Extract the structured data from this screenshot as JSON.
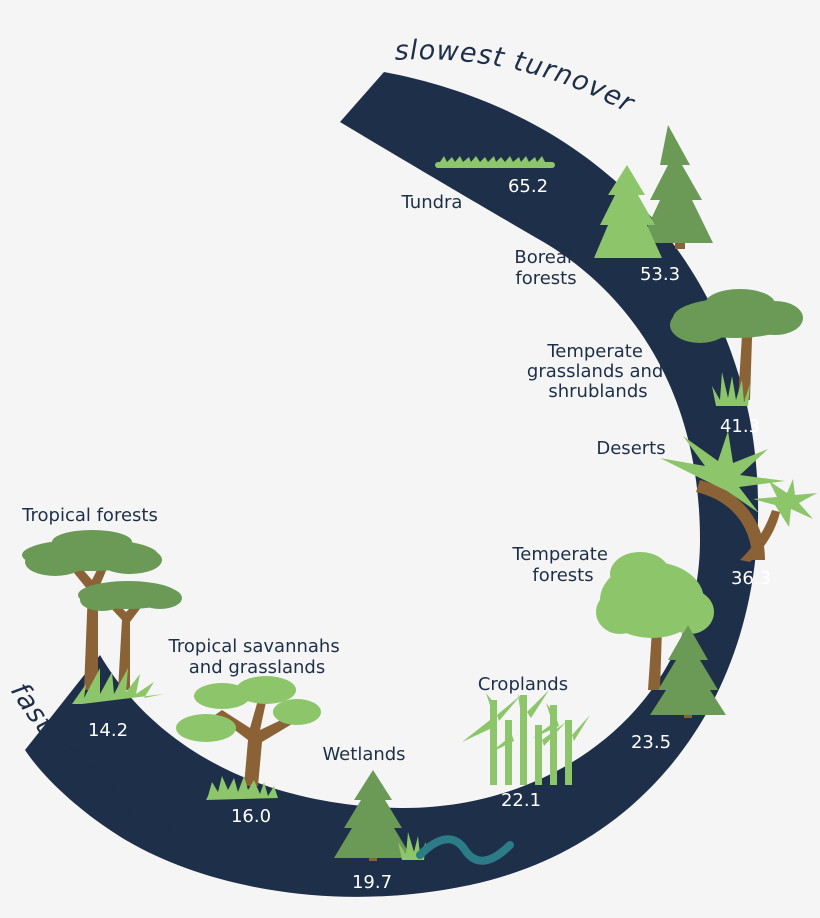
{
  "arc": {
    "start_label": "slowest turnover",
    "end_label": "fastest turnover"
  },
  "biomes": [
    {
      "name_lines": [
        "Tundra"
      ],
      "value": "65.2",
      "icon": "grass-tuft-icon"
    },
    {
      "name_lines": [
        "Boreal",
        "forests"
      ],
      "value": "53.3",
      "icon": "conifer-pair-icon"
    },
    {
      "name_lines": [
        "Temperate",
        "grasslands and",
        "shrublands"
      ],
      "value": "41.3",
      "icon": "acacia-shrub-icon"
    },
    {
      "name_lines": [
        "Deserts"
      ],
      "value": "36.3",
      "icon": "palm-trees-icon"
    },
    {
      "name_lines": [
        "Temperate",
        "forests"
      ],
      "value": "23.5",
      "icon": "deciduous-and-conifer-icon"
    },
    {
      "name_lines": [
        "Croplands"
      ],
      "value": "22.1",
      "icon": "crop-stalks-icon"
    },
    {
      "name_lines": [
        "Wetlands"
      ],
      "value": "19.7",
      "icon": "conifer-and-stream-icon"
    },
    {
      "name_lines": [
        "Tropical savannahs",
        "and grasslands"
      ],
      "value": "16.0",
      "icon": "savannah-tree-icon"
    },
    {
      "name_lines": [
        "Tropical forests"
      ],
      "value": "14.2",
      "icon": "tropical-trees-icon"
    }
  ],
  "colors": {
    "arc": "#1e2f49",
    "background": "#f5f5f5",
    "light_green": "#8dc56a",
    "dark_green": "#6a9a55",
    "trunk": "#8a6236",
    "water": "#2b7c86"
  }
}
